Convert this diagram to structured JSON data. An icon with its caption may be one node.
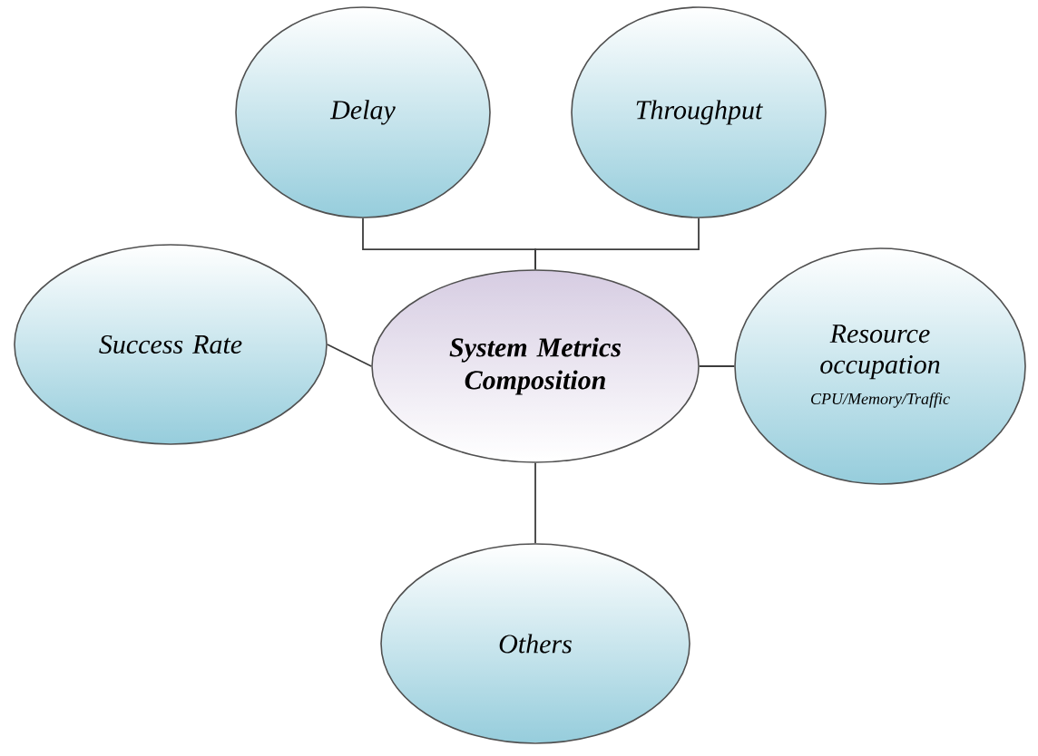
{
  "diagram": {
    "nodes": [
      {
        "text": [
          "Delay"
        ]
      },
      {
        "text": [
          "Throughput"
        ]
      },
      {
        "text": [
          "Success Rate"
        ]
      },
      {
        "text": [
          "System Metrics Composition"
        ]
      },
      {
        "text": [
          "Resource occupation",
          "CPU/Memory/Traffic"
        ]
      },
      {
        "text": [
          "Others"
        ]
      }
    ],
    "edges": [
      {
        "from": 3,
        "to": 0,
        "arrow": "none"
      },
      {
        "from": 3,
        "to": 1,
        "arrow": "none"
      },
      {
        "from": 2,
        "to": 3,
        "arrow": "none"
      },
      {
        "from": 3,
        "to": 4,
        "arrow": "none"
      },
      {
        "from": 3,
        "to": 5,
        "arrow": "none"
      }
    ]
  }
}
